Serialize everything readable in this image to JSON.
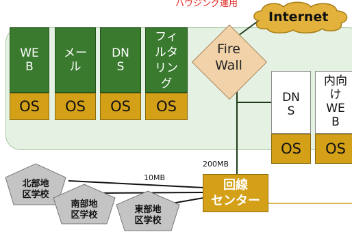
{
  "top_note": "ハウジング運用",
  "internet": "Internet",
  "firewall": "Fire\nWall",
  "dmz_servers": [
    {
      "label": "WE\nB",
      "os": "OS"
    },
    {
      "label": "メー\nル",
      "os": "OS"
    },
    {
      "label": "DN\nS",
      "os": "OS"
    },
    {
      "label": "フィ\nルタ\nリン\nグ",
      "os": "OS"
    }
  ],
  "internal_servers": [
    {
      "label": "DN\nS",
      "os": "OS"
    },
    {
      "label": "内向\nけ\nWE\nB",
      "os": "OS"
    }
  ],
  "bandwidth_main": "200MB",
  "bandwidth_branch": "10MB",
  "line_center": "回線\nセンター",
  "schools": [
    "北部地\n区学校",
    "南部地\n区学校",
    "東部地\n区学校"
  ],
  "colors": {
    "server_green": "#3a7a2f",
    "os_gold": "#d4a018",
    "zone_bg": "#e5f2e3",
    "wall": "#f1d2a9",
    "cloud": "#e3b23c"
  }
}
